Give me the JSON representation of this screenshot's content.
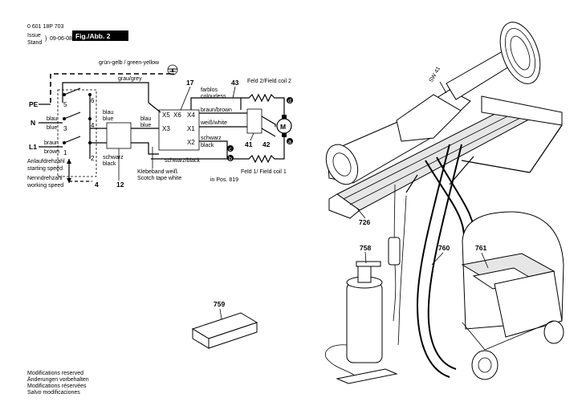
{
  "header": {
    "doc_number": "0 601 18P 703",
    "issue_label": "Issue",
    "stand_label": "Stand",
    "date": "09-06-08",
    "fig_title": "Fig./Abb. 2"
  },
  "wiring": {
    "ground_wire": "grün-gelb / green-yellow",
    "grey_wire": "grau/grey",
    "pe": "PE",
    "n": "N",
    "l1": "L1",
    "blau_de": "blau",
    "blau_en": "blue",
    "braun_de": "braun",
    "braun_en": "brown",
    "switch_pins": [
      "5",
      "6",
      "3",
      "4",
      "1",
      "2"
    ],
    "schwarz_de": "schwarz",
    "schwarz_en": "black",
    "speed_start_de": "Anlaufdrehzahl",
    "speed_start_en": "starting speed",
    "speed_work_de": "Nenndrehzahl",
    "speed_work_en": "working speed",
    "part_4": "4",
    "part_12": "12",
    "tape_de": "Klebeband weiß",
    "tape_en": "Scotch tape white",
    "part_17": "17",
    "x5": "X5",
    "x6": "X6",
    "x4": "X4",
    "x3": "X3",
    "x1": "X1",
    "x2": "X2",
    "farblos_de": "farblos",
    "farblos_en": "colourless",
    "part_43": "43",
    "braun_brown": "braun/brown",
    "weiss_white": "weiß/white",
    "schwarz_black": "schwarz/black",
    "field2": "Feld 2/Field coil 2",
    "field1": "Feld 1/ Field coil 1",
    "motor": "M",
    "term_d": "d",
    "term_a": "a",
    "term_c": "c",
    "term_b": "b",
    "part_41": "41",
    "part_42": "42",
    "in_pos": "in Pos. 819"
  },
  "callouts": {
    "sw41": "SW 41",
    "p726": "726",
    "p758": "758",
    "p760": "760",
    "p761": "761",
    "p759": "759"
  },
  "footer": {
    "lines": [
      "Modifications reserved",
      "Änderungen vorbehalten",
      "Modifications réservées",
      "Salvo modificaciones"
    ]
  }
}
